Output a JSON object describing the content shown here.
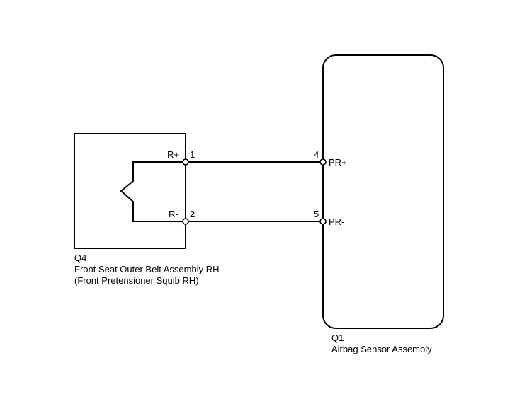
{
  "left_component": {
    "code": "Q4",
    "name": "Front Seat Outer Belt Assembly RH",
    "subname": "(Front Pretensioner Squib RH)",
    "terminals": [
      {
        "pin": "1",
        "signal": "R+"
      },
      {
        "pin": "2",
        "signal": "R-"
      }
    ]
  },
  "right_component": {
    "code": "Q1",
    "name": "Airbag Sensor Assembly",
    "terminals": [
      {
        "pin": "4",
        "signal": "PR+"
      },
      {
        "pin": "5",
        "signal": "PR-"
      }
    ]
  }
}
